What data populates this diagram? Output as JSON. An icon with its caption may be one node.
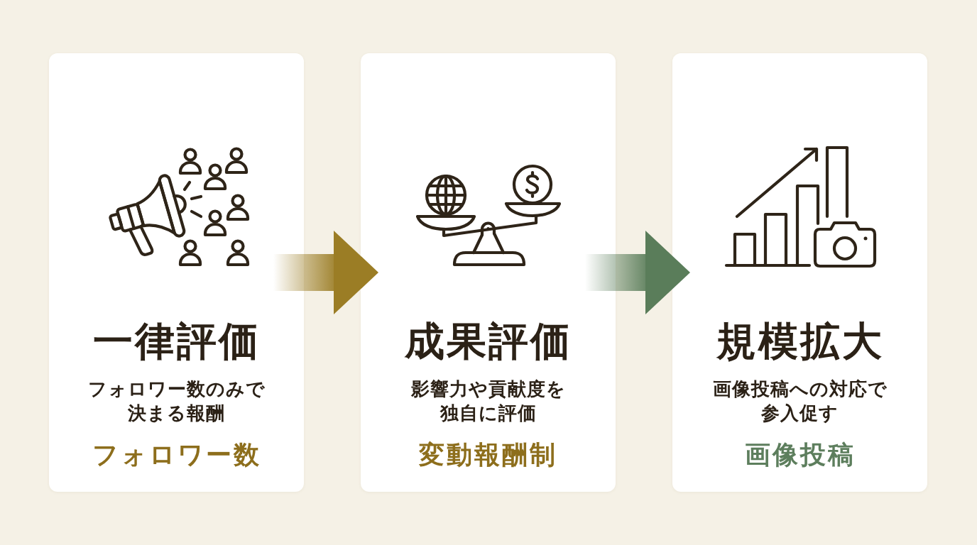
{
  "diagram": {
    "nodes": [
      {
        "text": [
          "一律評価",
          "フォロワー数のみで決まる報酬",
          "フォロワー数"
        ]
      },
      {
        "text": [
          "成果評価",
          "影響力や貢献度を独自に評価",
          "変動報酬制"
        ]
      },
      {
        "text": [
          "規模拡大",
          "画像投稿への対応で参入促す",
          "画像投稿"
        ]
      }
    ],
    "edges": [
      {
        "from": 0,
        "to": 1,
        "arrow": "to",
        "color": "#9b7d25"
      },
      {
        "from": 1,
        "to": 2,
        "arrow": "to",
        "color": "#5a7d5a"
      }
    ]
  }
}
